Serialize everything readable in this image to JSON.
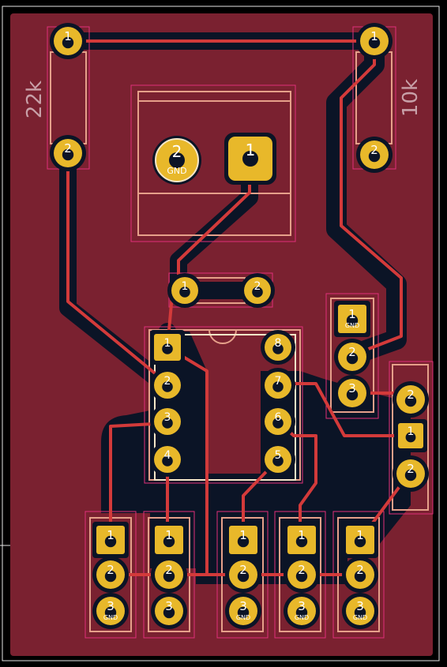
{
  "colors": {
    "background": "#000000",
    "copper_fill": "#7a2130",
    "copper_void": "#0b1426",
    "trace": "#d33a3a",
    "pad": "#e8b82a",
    "pad_text": "#ffffff",
    "silkscreen": "#e6a08a",
    "courtyard": "#e0307a",
    "edge_cut": "#e6e6e6",
    "silk_label": "#c8a0a8"
  },
  "silk_labels": {
    "r_left_value": "22k",
    "r_right_value": "10k"
  },
  "connector_pad_labels": {
    "pin1": "1",
    "pin2": "2",
    "gnd": "GND"
  },
  "pads": [
    {
      "id": "r1-1",
      "num": "1",
      "net": ""
    },
    {
      "id": "r1-2",
      "num": "2",
      "net": ""
    },
    {
      "id": "r2-1",
      "num": "1",
      "net": ""
    },
    {
      "id": "r2-2",
      "num": "2",
      "net": ""
    },
    {
      "id": "c1-1",
      "num": "1",
      "net": ""
    },
    {
      "id": "c1-2",
      "num": "2",
      "net": ""
    },
    {
      "id": "ic-1",
      "num": "1",
      "net": ""
    },
    {
      "id": "ic-2",
      "num": "2",
      "net": ""
    },
    {
      "id": "ic-3",
      "num": "3",
      "net": ""
    },
    {
      "id": "ic-4",
      "num": "4",
      "net": ""
    },
    {
      "id": "ic-5",
      "num": "5",
      "net": ""
    },
    {
      "id": "ic-6",
      "num": "6",
      "net": ""
    },
    {
      "id": "ic-7",
      "num": "7",
      "net": ""
    },
    {
      "id": "ic-8",
      "num": "8",
      "net": ""
    },
    {
      "id": "j1-1",
      "num": "1",
      "net": "GND"
    },
    {
      "id": "j1-2",
      "num": "2",
      "net": ""
    },
    {
      "id": "j1-3",
      "num": "3",
      "net": ""
    },
    {
      "id": "sw-1",
      "num": "1",
      "net": ""
    },
    {
      "id": "sw-2",
      "num": "2",
      "net": ""
    },
    {
      "id": "sw-3",
      "num": "2",
      "net": ""
    },
    {
      "id": "h1-1",
      "num": "1",
      "net": ""
    },
    {
      "id": "h1-2",
      "num": "2",
      "net": ""
    },
    {
      "id": "h1-3",
      "num": "3",
      "net": "GND"
    },
    {
      "id": "h2-1",
      "num": "1",
      "net": ""
    },
    {
      "id": "h2-2",
      "num": "2",
      "net": ""
    },
    {
      "id": "h2-3",
      "num": "3",
      "net": ""
    },
    {
      "id": "h3-1",
      "num": "1",
      "net": ""
    },
    {
      "id": "h3-2",
      "num": "2",
      "net": ""
    },
    {
      "id": "h3-3",
      "num": "3",
      "net": "GND"
    },
    {
      "id": "h4-1",
      "num": "1",
      "net": ""
    },
    {
      "id": "h4-2",
      "num": "2",
      "net": ""
    },
    {
      "id": "h4-3",
      "num": "3",
      "net": "GND"
    },
    {
      "id": "h5-1",
      "num": "1",
      "net": ""
    },
    {
      "id": "h5-2",
      "num": "2",
      "net": ""
    },
    {
      "id": "h5-3",
      "num": "3",
      "net": "GND"
    }
  ]
}
